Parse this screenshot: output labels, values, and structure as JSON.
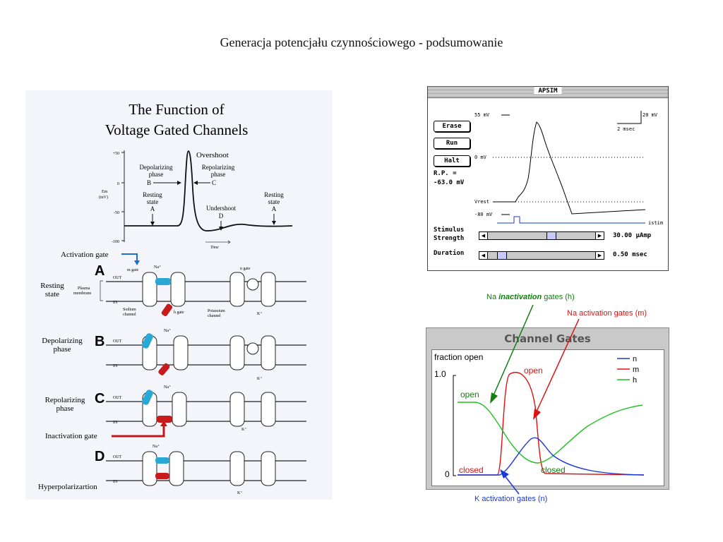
{
  "slide": {
    "title": "Generacja potencjału czynnościowego - podsumowanie"
  },
  "figure_left": {
    "title_line1": "The Function of",
    "title_line2": "Voltage Gated Channels",
    "ticks": {
      "top": "+50",
      "zero": "0",
      "mid": "-50",
      "bottom": "-100"
    },
    "ylabel_line1": "Em",
    "ylabel_line2": "(mV)",
    "xlabel": "Time",
    "labels": {
      "overshoot": "Overshoot",
      "depol_1": "Depolarizing",
      "depol_2": "phase",
      "depol_3": "B",
      "repol_1": "Repolarizing",
      "repol_2": "phase",
      "repol_3": "C",
      "rest1_1": "Resting",
      "rest1_2": "state",
      "rest1_3": "A",
      "under_1": "Undershoot",
      "under_2": "D",
      "rest2_1": "Resting",
      "rest2_2": "state",
      "rest2_3": "A"
    },
    "activation_gate": "Activation gate",
    "inactivation_gate": "Inactivation gate",
    "rows": [
      {
        "letter": "A",
        "name1": "Resting",
        "name2": "state"
      },
      {
        "letter": "B",
        "name1": "Depolarizing",
        "name2": "phase"
      },
      {
        "letter": "C",
        "name1": "Repolarizing",
        "name2": "phase"
      },
      {
        "letter": "D",
        "name1": "Hyperpolarizartion",
        "name2": ""
      }
    ],
    "membrane": {
      "out": "OUT",
      "in": "IN",
      "na": "Na⁺",
      "k": "K⁺",
      "plasma1": "Plasma",
      "plasma2": "membrane",
      "m_gate": "m gate",
      "h_gate": "h gate",
      "n_gate": "n gate",
      "sodium1": "Sodium",
      "sodium2": "channel",
      "potassium1": "Potassium",
      "potassium2": "channel"
    }
  },
  "apsim": {
    "title": "APSIM",
    "buttons": {
      "erase": "Erase",
      "run": "Run",
      "halt": "Halt"
    },
    "rp_line1": "R.P. =",
    "rp_line2": "-63.0 mV",
    "trace_labels": {
      "v55": "55 mV",
      "v0": "0 mV",
      "vrest": "Vrest",
      "vm80": "-80 mV",
      "istim": "istim",
      "scale_v": "20 mV",
      "scale_t": "2 msec"
    },
    "stimulus_line1": "Stimulus",
    "stimulus_line2": "Strength",
    "stimulus_value": "30.00 μAmp",
    "duration_label": "Duration",
    "duration_value": "0.50 msec",
    "stimulus_slider_fraction": 0.6,
    "duration_slider_fraction": 0.1
  },
  "channel_gates": {
    "title": "Channel Gates",
    "ylabel": "fraction open",
    "y_top": "1.0",
    "y_bottom": "0",
    "legend": [
      "n",
      "m",
      "h"
    ],
    "colors": {
      "n": "#1a3ad8",
      "m": "#e01010",
      "h": "#20c020"
    },
    "annotations": {
      "open_h": "open",
      "open_m": "open",
      "closed_m": "closed",
      "closed_h": "closed"
    }
  },
  "callouts": {
    "na_inact_1": "Na ",
    "na_inact_2": "inactivation",
    "na_inact_3": " gates (h)",
    "na_act": "Na activation gates (m)",
    "k_act": "K activation gates (n)"
  }
}
